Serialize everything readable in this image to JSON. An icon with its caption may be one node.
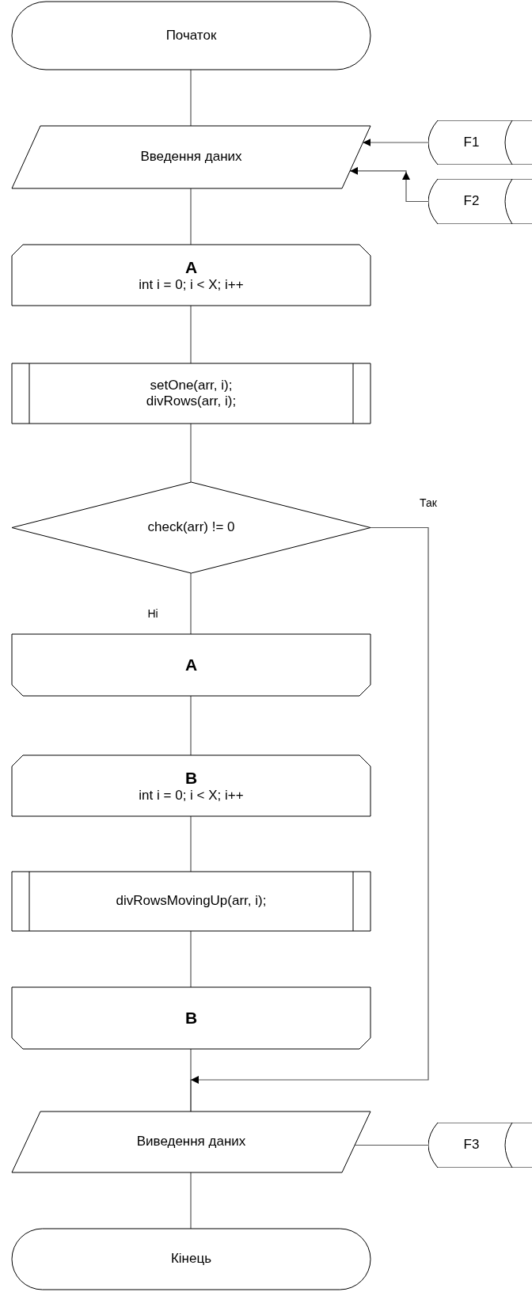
{
  "diagram": {
    "nodes": [
      {
        "text": [
          "Початок"
        ]
      },
      {
        "text": [
          "Введення даних"
        ]
      },
      {
        "text": [
          "F1"
        ]
      },
      {
        "text": [
          "F2"
        ]
      },
      {
        "text": [
          "A",
          "int i = 0; i < X; i++"
        ]
      },
      {
        "text": [
          "setOne(arr, i); divRows(arr, i);"
        ]
      },
      {
        "text": [
          "check(arr) != 0"
        ]
      },
      {
        "text": [
          "A"
        ]
      },
      {
        "text": [
          "B",
          "int i = 0; i < X; i++"
        ]
      },
      {
        "text": [
          "divRowsMovingUp(arr, i);"
        ]
      },
      {
        "text": [
          "B"
        ]
      },
      {
        "text": [
          "Виведення даних"
        ]
      },
      {
        "text": [
          "F3"
        ]
      },
      {
        "text": [
          "Кінець"
        ]
      }
    ],
    "edges": [
      {
        "from": 0,
        "to": 1,
        "arrow": "none"
      },
      {
        "from": 2,
        "to": 1,
        "arrow": "to"
      },
      {
        "from": 3,
        "to": 1,
        "arrow": "to"
      },
      {
        "from": 1,
        "to": 4,
        "arrow": "none"
      },
      {
        "from": 4,
        "to": 5,
        "arrow": "none"
      },
      {
        "from": 5,
        "to": 6,
        "arrow": "none"
      },
      {
        "from": 6,
        "to": 7,
        "arrow": "none",
        "label": "Ні"
      },
      {
        "from": 7,
        "to": 8,
        "arrow": "none"
      },
      {
        "from": 8,
        "to": 9,
        "arrow": "none"
      },
      {
        "from": 9,
        "to": 10,
        "arrow": "none"
      },
      {
        "from": 10,
        "to": 11,
        "arrow": "none"
      },
      {
        "from": 6,
        "to": 11,
        "arrow": "to",
        "label": "Так"
      },
      {
        "from": 11,
        "to": 12,
        "arrow": "none"
      },
      {
        "from": 11,
        "to": 13,
        "arrow": "none"
      }
    ]
  }
}
